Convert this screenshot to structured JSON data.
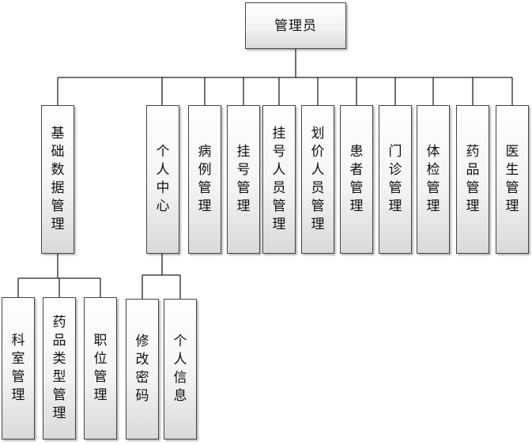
{
  "root": "管理员",
  "level1": [
    {
      "key": "jichu",
      "label": "基础数据管理"
    },
    {
      "key": "geren",
      "label": "个人中心"
    },
    {
      "key": "bingli",
      "label": "病例管理"
    },
    {
      "key": "guahao",
      "label": "挂号管理"
    },
    {
      "key": "ghry",
      "label": "挂号人员管理"
    },
    {
      "key": "hjry",
      "label": "划价人员管理"
    },
    {
      "key": "huanzhe",
      "label": "患者管理"
    },
    {
      "key": "menzhen",
      "label": "门诊管理"
    },
    {
      "key": "tijian",
      "label": "体检管理"
    },
    {
      "key": "yaopin",
      "label": "药品管理"
    },
    {
      "key": "yisheng",
      "label": "医生管理"
    }
  ],
  "level2": {
    "jichu": [
      {
        "key": "keshi",
        "label": "科室管理"
      },
      {
        "key": "ypleix",
        "label": "药品类型管理"
      },
      {
        "key": "zhiwei",
        "label": "职位管理"
      }
    ],
    "geren": [
      {
        "key": "xiugai",
        "label": "修改密码"
      },
      {
        "key": "grxx",
        "label": "个人信息"
      }
    ]
  }
}
